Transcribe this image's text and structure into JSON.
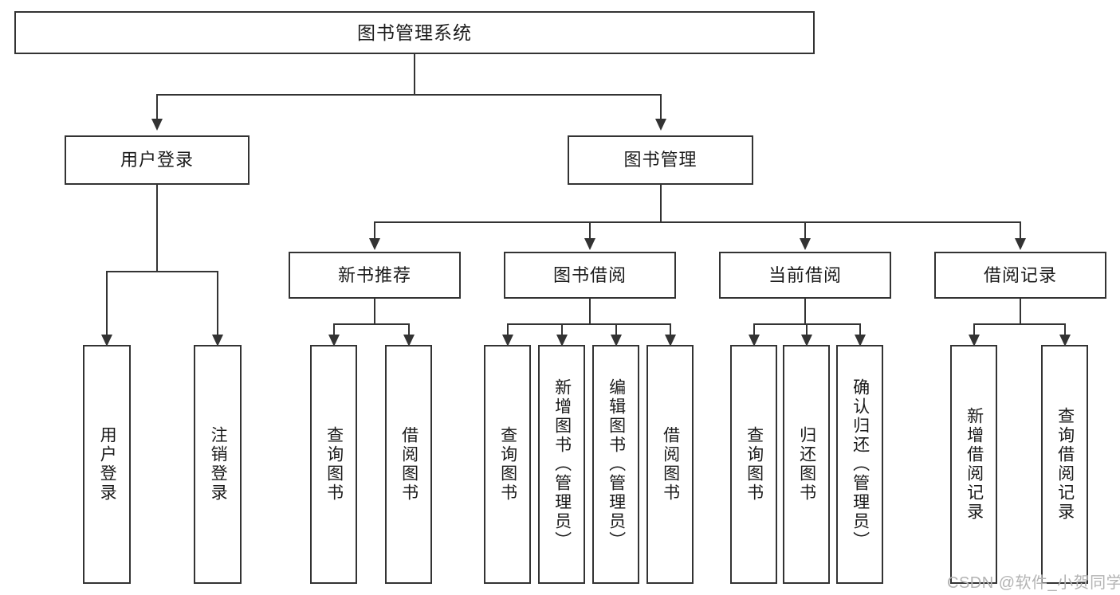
{
  "diagram": {
    "title": "图书管理系统",
    "type": "tree",
    "watermark": "CSDN @软件_小贺同学",
    "colors": {
      "box_border": "#333333",
      "box_fill": "#ffffff",
      "connector": "#333333",
      "text": "#1a1a1a",
      "watermark": "#b3b3b3",
      "background": "#ffffff"
    }
  },
  "nodes": {
    "root": {
      "label": "图书管理系统"
    },
    "level2": [
      {
        "label": "用户登录"
      },
      {
        "label": "图书管理"
      }
    ],
    "level3": [
      {
        "label": "新书推荐"
      },
      {
        "label": "图书借阅"
      },
      {
        "label": "当前借阅"
      },
      {
        "label": "借阅记录"
      }
    ],
    "leaves": {
      "user_login": [
        {
          "label": "用户登录"
        },
        {
          "label": "注销登录"
        }
      ],
      "new_book_recommend": [
        {
          "label": "查询图书"
        },
        {
          "label": "借阅图书"
        }
      ],
      "book_borrow": [
        {
          "label": "查询图书"
        },
        {
          "label": "新增图书（管理员）"
        },
        {
          "label": "编辑图书（管理员）"
        },
        {
          "label": "借阅图书"
        }
      ],
      "current_borrow": [
        {
          "label": "查询图书"
        },
        {
          "label": "归还图书"
        },
        {
          "label": "确认归还（管理员）"
        }
      ],
      "borrow_record": [
        {
          "label": "新增借阅记录"
        },
        {
          "label": "查询借阅记录"
        }
      ]
    }
  }
}
